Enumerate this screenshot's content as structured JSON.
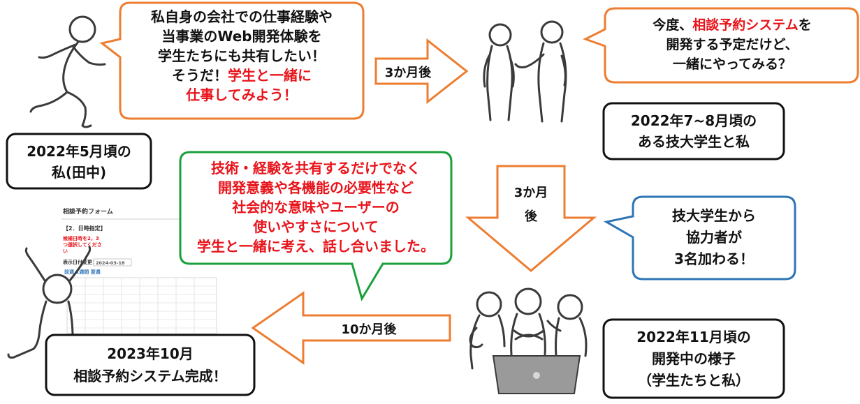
{
  "colors": {
    "orange": "#ed7d31",
    "green": "#1aa03a",
    "blue": "#2e75b6",
    "red_text": "#e8141b",
    "black_border": "#111111"
  },
  "bubble_top_left": {
    "line1": "私自身の会社での仕事経験や",
    "line2": "当事業のWeb開発体験を",
    "line3": "学生たちにも共有したい！",
    "line4_black": "そうだ！",
    "line4_red": "学生と一緒に",
    "line5_red": "仕事してみよう！"
  },
  "arrow_3months_right": "3か月後",
  "bubble_top_right": {
    "line1_a": "今度、",
    "line1_red": "相談予約システム",
    "line1_b": "を",
    "line2": "開発する予定だけど、",
    "line3": "一緒にやってみる？"
  },
  "box_may_2022": {
    "line1": "2022年5月頃の",
    "line2": "私(田中)"
  },
  "box_jul_2022": {
    "line1": "2022年7~8月頃の",
    "line2": "ある技大学生と私"
  },
  "bubble_green": {
    "line1": "技術・経験を共有するだけでなく",
    "line2": "開発意義や各機能の必要性など",
    "line3": "社会的な意味やユーザーの",
    "line4": "使いやすさについて",
    "line5": "学生と一緒に考え、話し合いました。"
  },
  "arrow_3months_down": {
    "line1": "3か月",
    "line2": "後"
  },
  "bubble_blue": {
    "line1": "技大学生から",
    "line2": "協力者が",
    "line3": "3名加わる！"
  },
  "arrow_10months_left": "10か月後",
  "box_nov_2022": {
    "line1": "2022年11月頃の",
    "line2": "開発中の様子",
    "line3": "（学生たちと私）"
  },
  "box_oct_2023": {
    "line1": "2023年10月",
    "line2": "相談予約システム完成！"
  },
  "form_screenshot": {
    "title": "相談予約フォーム",
    "section": "【2．日時指定】",
    "note_red": "候補日時を2，3",
    "note_red2": "つ選択してくださ",
    "note_red3": "い",
    "date_label": "表示日付変更：",
    "date_value": "2024-03-18",
    "nav": "前週  1週間  翌週"
  },
  "icons": [
    "running-person-icon",
    "two-people-talking-icon",
    "three-people-laptop-icon",
    "cheering-person-icon"
  ]
}
